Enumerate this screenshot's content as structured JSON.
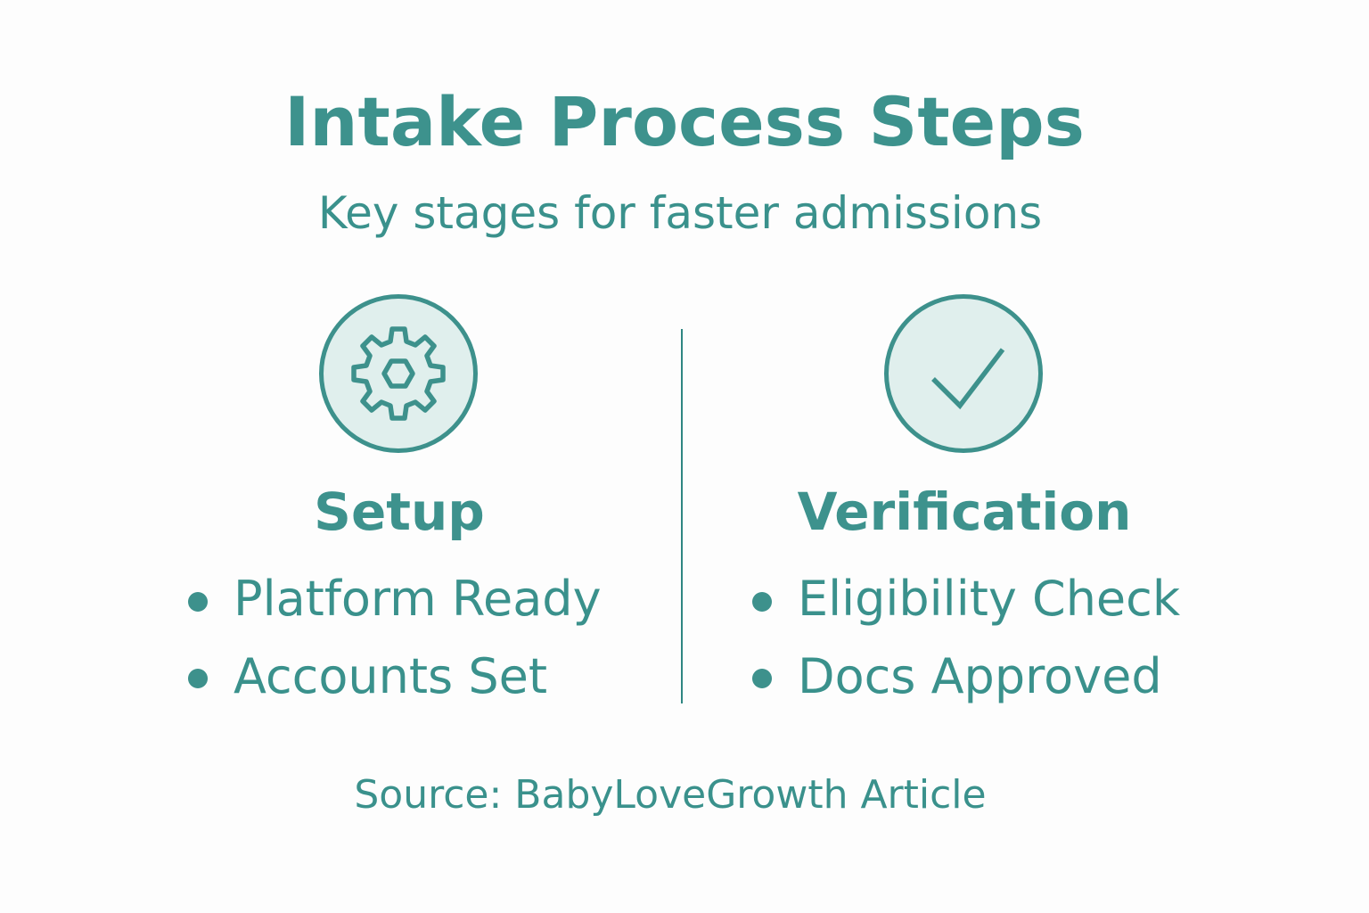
{
  "header": {
    "title": "Intake Process Steps",
    "subtitle": "Key stages for faster admissions"
  },
  "columns": [
    {
      "icon": "gear-icon",
      "title": "Setup",
      "items": [
        "Platform Ready",
        "Accounts Set"
      ]
    },
    {
      "icon": "checkmark-icon",
      "title": "Verification",
      "items": [
        "Eligibility Check",
        "Docs Approved"
      ]
    }
  ],
  "footer": {
    "source": "Source: BabyLoveGrowth Article"
  },
  "colors": {
    "accent": "#3d918c",
    "icon_fill": "#e0efed",
    "background": "#fdfdfd"
  }
}
